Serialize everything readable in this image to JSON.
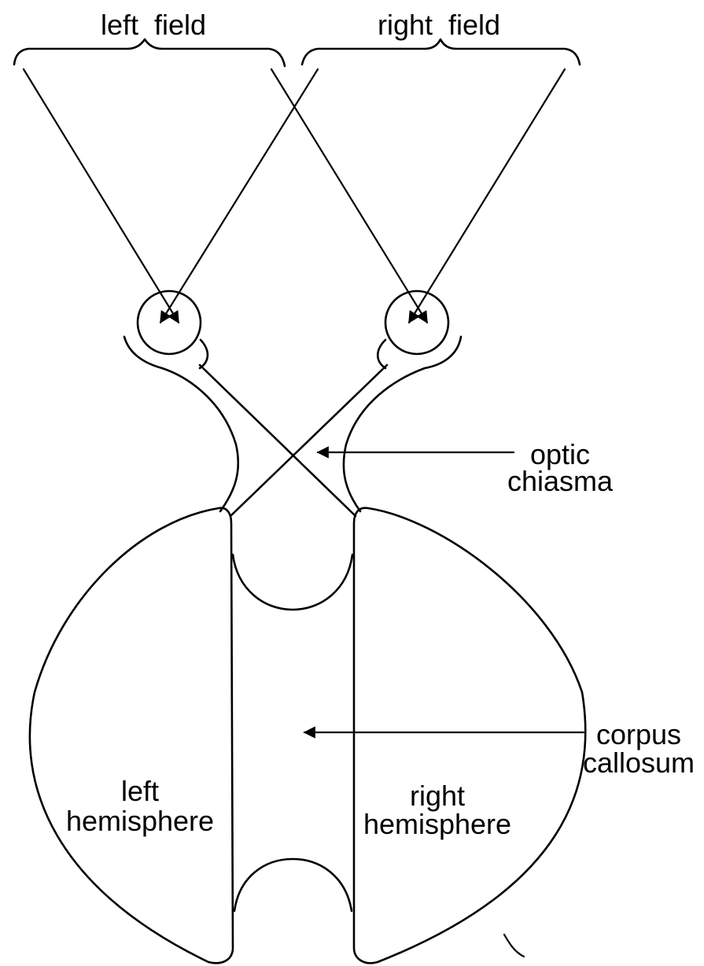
{
  "fields": {
    "left": "left  field",
    "right": "right  field"
  },
  "labels": {
    "optic_line1": "optic",
    "optic_line2": "chiasma",
    "corpus_line1": "corpus",
    "corpus_line2": "callosum",
    "left_hem_line1": "left",
    "left_hem_line2": "hemisphere",
    "right_hem_line1": "right",
    "right_hem_line2": "hemisphere"
  },
  "colors": {
    "ink": "#000000",
    "background": "#ffffff"
  }
}
